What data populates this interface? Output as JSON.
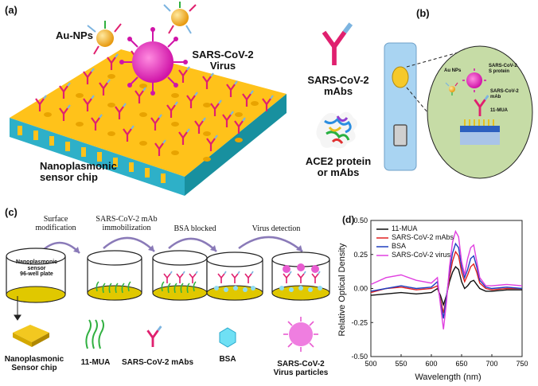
{
  "panel_a": {
    "letter": "(a)",
    "au_nps": "Au-NPs",
    "virus_line1": "SARS-CoV-2",
    "virus_line2": "Virus",
    "chip_line1": "Nanoplasmonic",
    "chip_line2": "sensor chip",
    "mabs_line1": "SARS-CoV-2",
    "mabs_line2": "mAbs",
    "ace2_line1": "ACE2 protein",
    "ace2_line2": "or mAbs"
  },
  "panel_b": {
    "letter": "(b)",
    "au_nps": "Au NPs",
    "sprotein_line1": "SARS-CoV-2",
    "sprotein_line2": "S protein",
    "mab_line1": "SARS-CoV-2",
    "mab_line2": "mAb",
    "mua": "11-MUA"
  },
  "panel_c": {
    "letter": "(c)",
    "steps": [
      "Surface modification",
      "SARS-CoV-2 mAb immobilization",
      "BSA blocked",
      "Virus detection"
    ],
    "step1_line1": "Surface",
    "step1_line2": "modification",
    "step2_line1": "SARS-CoV-2 mAb",
    "step2_line2": "immobilization",
    "step3": "BSA blocked",
    "step4": "Virus detection",
    "plate_line1": "Nanoplasmonic",
    "plate_line2": "sensor",
    "plate_line3": "96-well plate",
    "legend": {
      "chip_line1": "Nanoplasmonic",
      "chip_line2": "Sensor chip",
      "mua": "11-MUA",
      "mabs": "SARS-CoV-2 mAbs",
      "bsa": "BSA",
      "virus_line1": "SARS-CoV-2",
      "virus_line2": "Virus particles"
    }
  },
  "panel_d": {
    "letter": "(d)",
    "colors": {
      "mua": "#111111",
      "mabs": "#e02020",
      "bsa": "#1f3fbf",
      "virus": "#e040e0"
    },
    "chart_data": {
      "type": "line",
      "xlabel": "Wavelength (nm)",
      "ylabel": "Relative Optical Density",
      "xlim": [
        500,
        750
      ],
      "ylim": [
        -0.5,
        0.5
      ],
      "xticks": [
        "500",
        "550",
        "600",
        "650",
        "700",
        "750"
      ],
      "yticks": [
        "-0.50",
        "-0.25",
        "0.00",
        "0.25",
        "0.50"
      ],
      "x": [
        500,
        525,
        550,
        575,
        600,
        610,
        615,
        620,
        625,
        630,
        635,
        640,
        645,
        650,
        655,
        660,
        665,
        670,
        675,
        680,
        690,
        700,
        725,
        750
      ],
      "series": [
        {
          "name": "11-MUA",
          "values": [
            -0.05,
            -0.04,
            -0.03,
            -0.04,
            -0.03,
            0.0,
            -0.05,
            -0.12,
            -0.05,
            0.05,
            0.12,
            0.16,
            0.14,
            0.05,
            0.0,
            0.02,
            0.05,
            0.06,
            0.03,
            0.0,
            -0.02,
            -0.02,
            -0.01,
            -0.01
          ]
        },
        {
          "name": "SARS-CoV-2 mAbs",
          "values": [
            -0.03,
            0.0,
            0.01,
            -0.01,
            0.0,
            0.02,
            -0.08,
            -0.18,
            -0.06,
            0.08,
            0.2,
            0.27,
            0.24,
            0.12,
            0.05,
            0.1,
            0.16,
            0.18,
            0.12,
            0.04,
            0.0,
            -0.01,
            0.0,
            0.0
          ]
        },
        {
          "name": "BSA",
          "values": [
            -0.02,
            0.0,
            0.02,
            0.0,
            0.01,
            0.05,
            -0.1,
            -0.22,
            -0.06,
            0.12,
            0.26,
            0.33,
            0.3,
            0.16,
            0.08,
            0.14,
            0.22,
            0.24,
            0.16,
            0.06,
            0.01,
            0.0,
            0.01,
            0.0
          ]
        },
        {
          "name": "SARS-CoV-2 virus",
          "values": [
            0.03,
            0.08,
            0.1,
            0.06,
            0.04,
            0.08,
            -0.12,
            -0.3,
            -0.1,
            0.16,
            0.34,
            0.42,
            0.38,
            0.2,
            0.1,
            0.22,
            0.3,
            0.32,
            0.2,
            0.08,
            0.02,
            0.02,
            0.03,
            0.02
          ]
        }
      ]
    }
  }
}
